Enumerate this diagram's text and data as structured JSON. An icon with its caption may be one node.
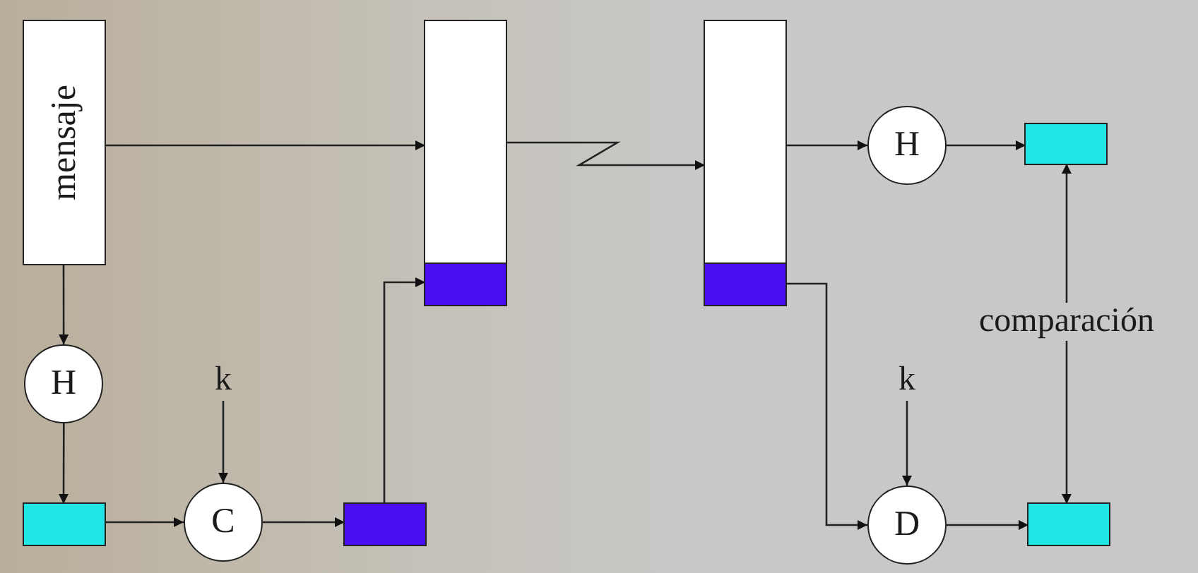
{
  "diagram": {
    "nodes": [
      {
        "text": [
          "mensaje"
        ]
      },
      {
        "text": [
          "H"
        ]
      },
      {
        "text": [],
        "shape": "box"
      },
      {
        "text": [
          "k"
        ]
      },
      {
        "text": [
          "C"
        ]
      },
      {
        "text": [],
        "shape": "box"
      },
      {
        "text": [],
        "shape": "box"
      },
      {
        "text": [],
        "shape": "box",
        "in": 6
      },
      {
        "text": [],
        "shape": "box"
      },
      {
        "text": [],
        "shape": "box",
        "in": 8
      },
      {
        "text": [
          "H"
        ]
      },
      {
        "text": [],
        "shape": "box"
      },
      {
        "text": [
          "k"
        ]
      },
      {
        "text": [
          "D"
        ]
      },
      {
        "text": [],
        "shape": "box"
      }
    ],
    "edges": [
      {
        "from": 0,
        "to": 1,
        "arrow": "to"
      },
      {
        "from": 1,
        "to": 2,
        "arrow": "to"
      },
      {
        "from": 2,
        "to": 4,
        "arrow": "to"
      },
      {
        "from": 3,
        "to": 4,
        "arrow": "to"
      },
      {
        "from": 4,
        "to": 5,
        "arrow": "to"
      },
      {
        "from": 0,
        "to": 6,
        "arrow": "to"
      },
      {
        "from": 5,
        "to": 7,
        "arrow": "to"
      },
      {
        "from": 6,
        "to": 8,
        "arrow": "to"
      },
      {
        "from": 8,
        "to": 10,
        "arrow": "to"
      },
      {
        "from": 10,
        "to": 11,
        "arrow": "to"
      },
      {
        "from": 9,
        "to": 13,
        "arrow": "to"
      },
      {
        "from": 12,
        "to": 13,
        "arrow": "to"
      },
      {
        "from": 13,
        "to": 14,
        "arrow": "to"
      },
      {
        "from": 11,
        "to": 14,
        "arrow": "both",
        "label": "comparación"
      }
    ]
  }
}
